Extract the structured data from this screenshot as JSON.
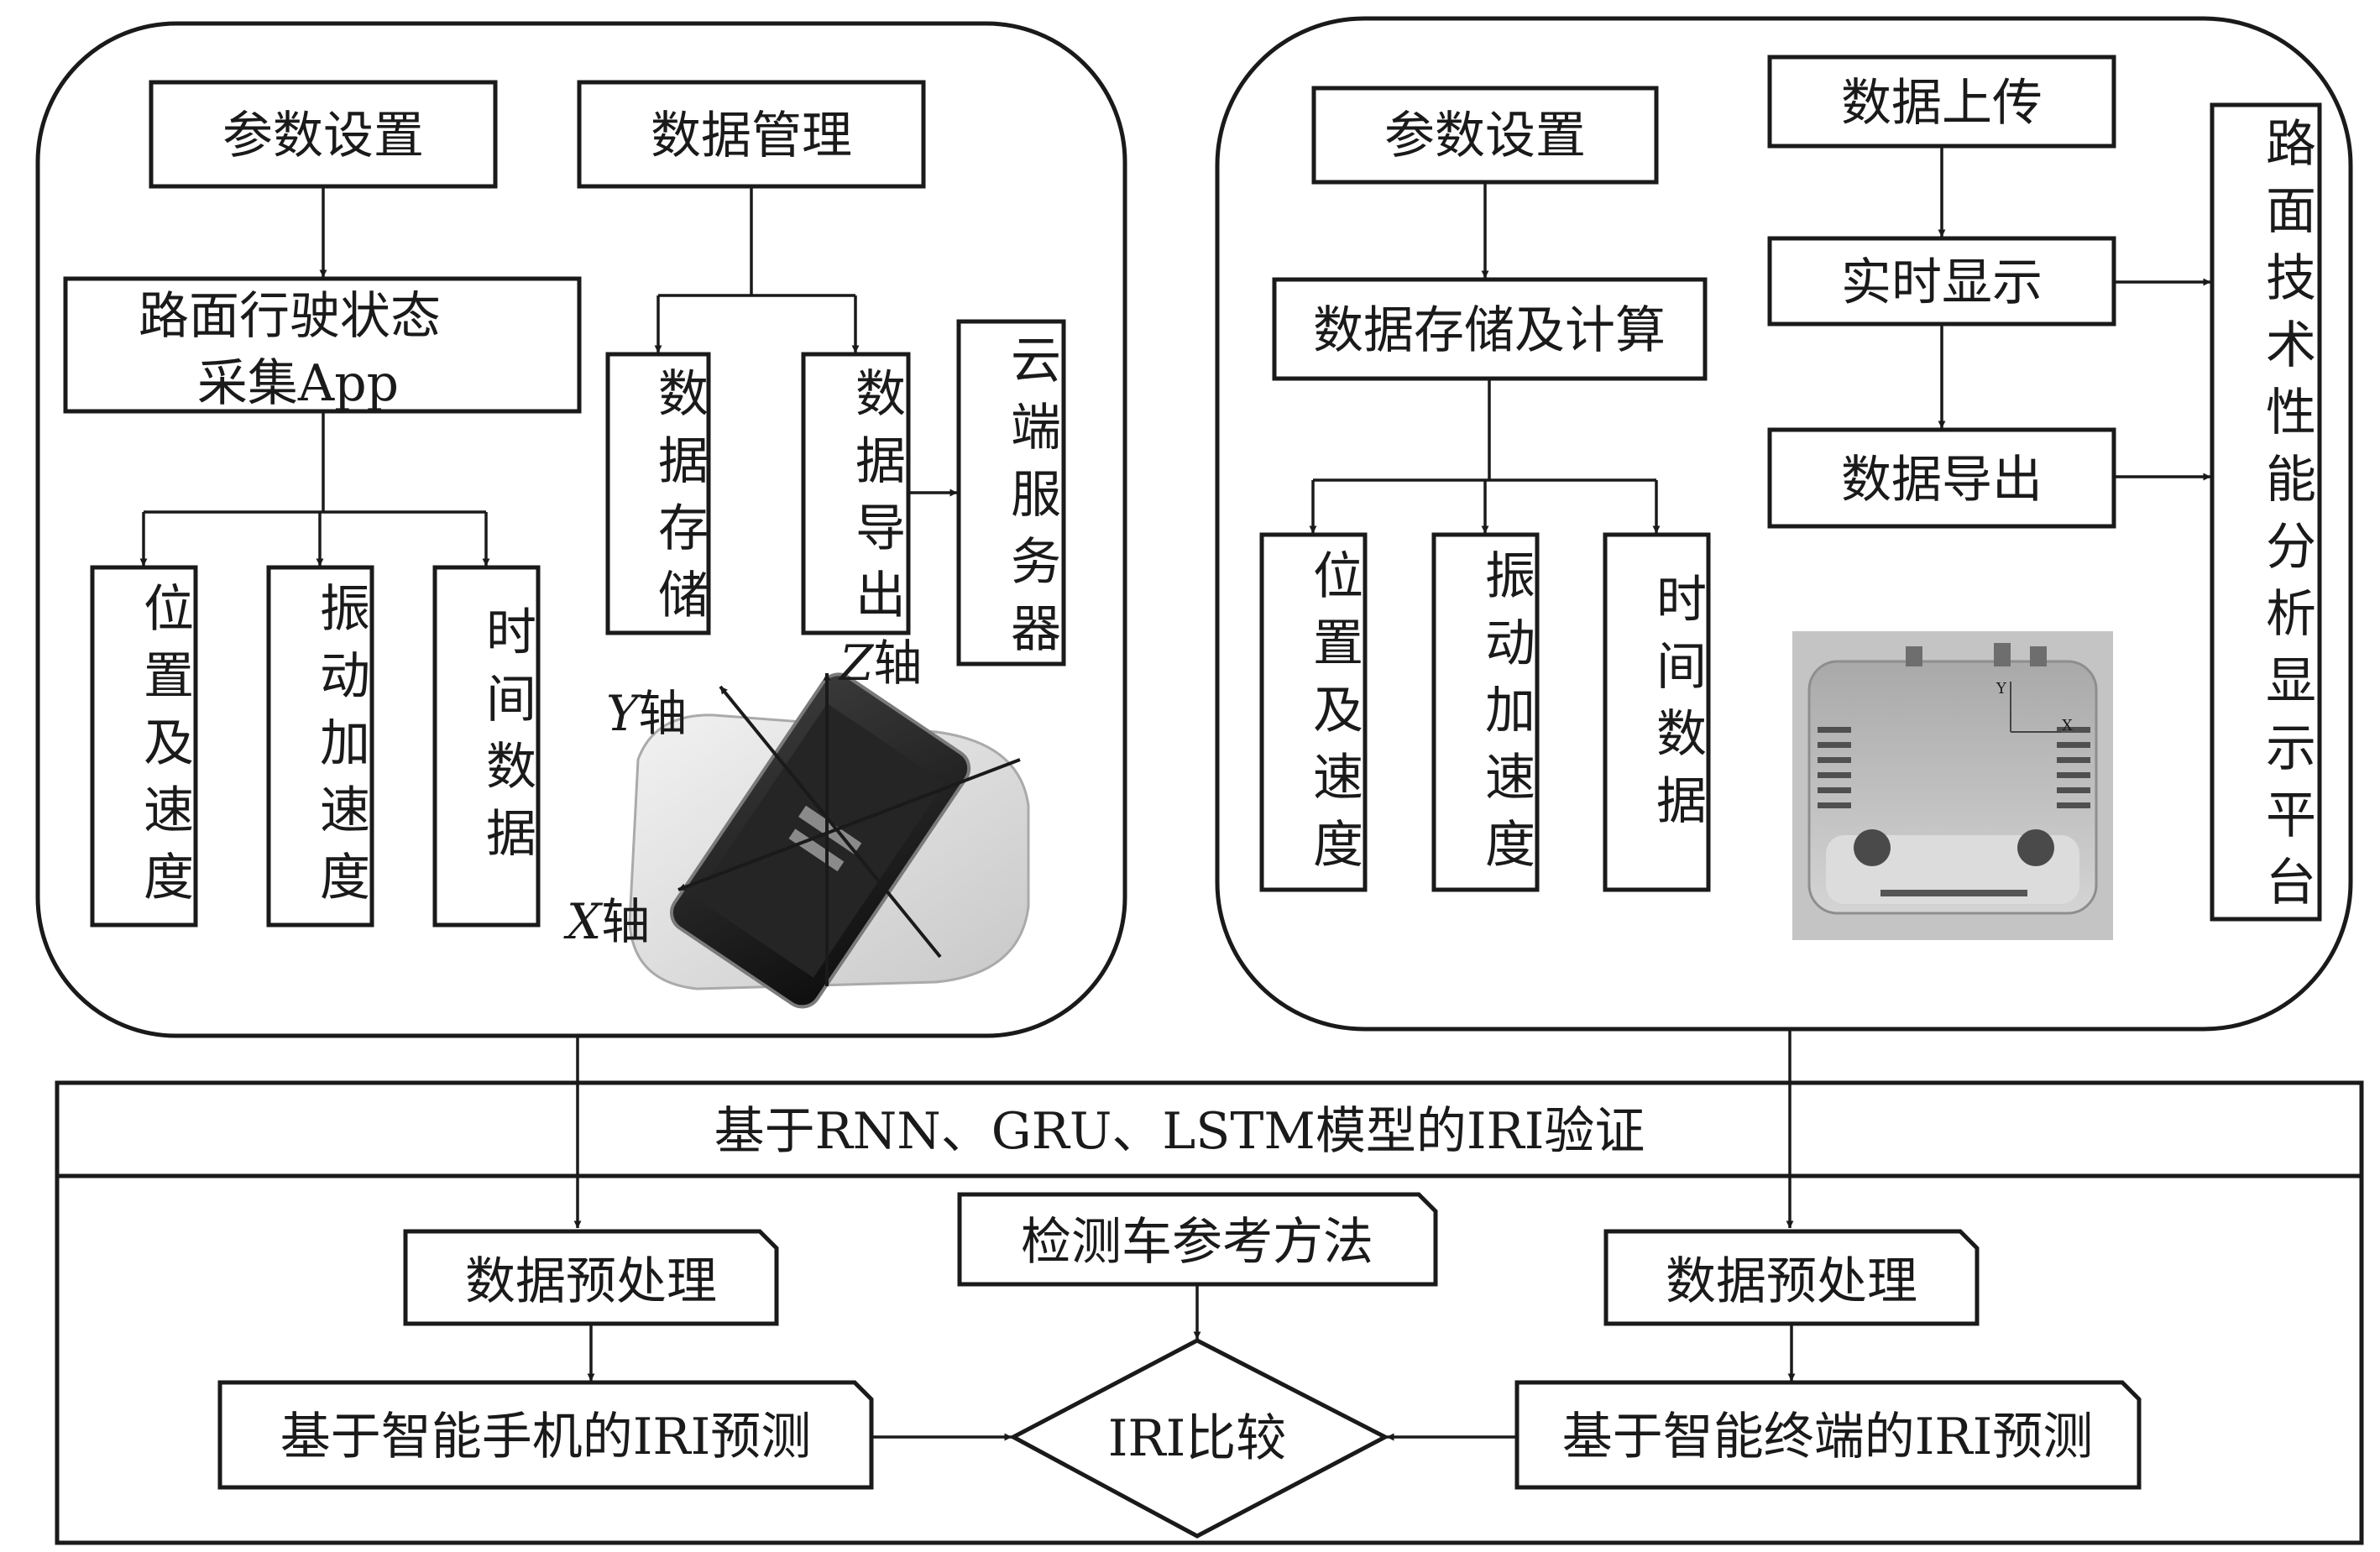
{
  "left_panel": {
    "param_settings": "参数设置",
    "data_management": "数据管理",
    "app_line1": "路面行驶状态",
    "app_line2": "采集App",
    "data_storage": [
      "数",
      "据",
      "存",
      "储"
    ],
    "data_export": [
      "数",
      "据",
      "导",
      "出"
    ],
    "cloud_server": [
      "云",
      "端",
      "服",
      "务",
      "器"
    ],
    "position_speed": [
      "位",
      "置",
      "及",
      "速",
      "度"
    ],
    "vibration_accel": [
      "振",
      "动",
      "加",
      "速",
      "度"
    ],
    "time_data": [
      "时",
      "间",
      "数",
      "据"
    ],
    "axis_x": {
      "letter": "X",
      "suffix": "轴"
    },
    "axis_y": {
      "letter": "Y",
      "suffix": "轴"
    },
    "axis_z": {
      "letter": "Z",
      "suffix": "轴"
    }
  },
  "right_panel": {
    "param_settings": "参数设置",
    "data_upload": "数据上传",
    "realtime_display": "实时显示",
    "data_export": "数据导出",
    "storage_calc": "数据存储及计算",
    "position_speed": [
      "位",
      "置",
      "及",
      "速",
      "度"
    ],
    "vibration_accel": [
      "振",
      "动",
      "加",
      "速",
      "度"
    ],
    "time_data": [
      "时",
      "间",
      "数",
      "据"
    ],
    "platform": [
      "路",
      "面",
      "技",
      "术",
      "性",
      "能",
      "分",
      "析",
      "显",
      "示",
      "平",
      "台"
    ],
    "device_axis_x": "X",
    "device_axis_y": "Y"
  },
  "bottom_section": {
    "title": "基于RNN、GRU、LSTM模型的IRI验证",
    "preprocess_left": "数据预处理",
    "preprocess_right": "数据预处理",
    "reference_method": "检测车参考方法",
    "predict_phone": "基于智能手机的IRI预测",
    "predict_terminal": "基于智能终端的IRI预测",
    "compare": "IRI比较"
  },
  "colors": {
    "ink": "#1a1a1a",
    "background": "#ffffff"
  }
}
